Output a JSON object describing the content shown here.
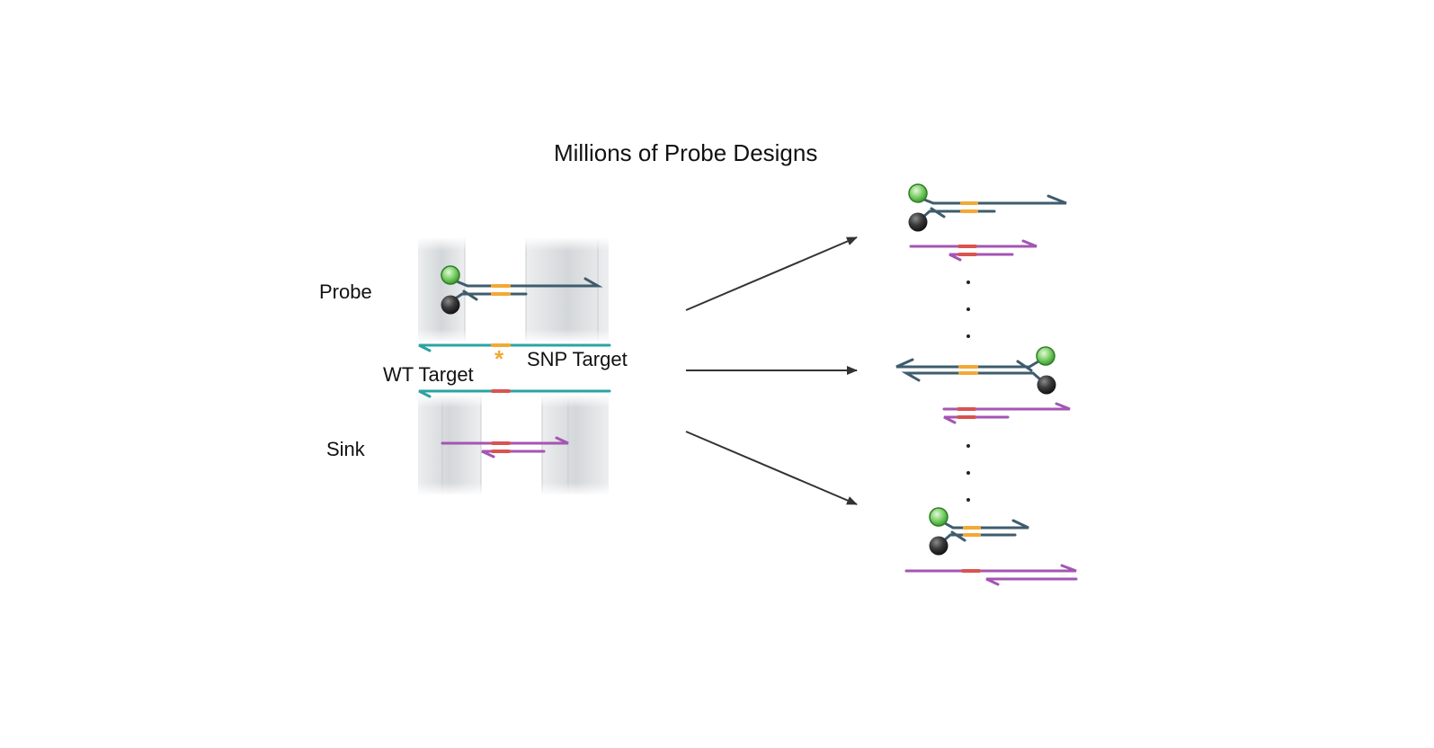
{
  "title": "Millions of Probe Designs",
  "labels": {
    "probe": "Probe",
    "snp_target": "SNP Target",
    "wt_target": "WT Target",
    "sink": "Sink",
    "snp_marker": "*"
  },
  "colors": {
    "probe_strand": "#3e5c6e",
    "target_strand": "#2ba3a3",
    "sink_strand": "#a455b3",
    "match_marker": "#f2a935",
    "mismatch_marker": "#d9534f",
    "fluorophore": "#5cc24a",
    "quencher": "#2e2e2e",
    "arrow": "#333333",
    "panel": "#dfe1e3"
  },
  "icons": [
    "fluorophore-icon",
    "quencher-icon",
    "arrow-icon"
  ]
}
